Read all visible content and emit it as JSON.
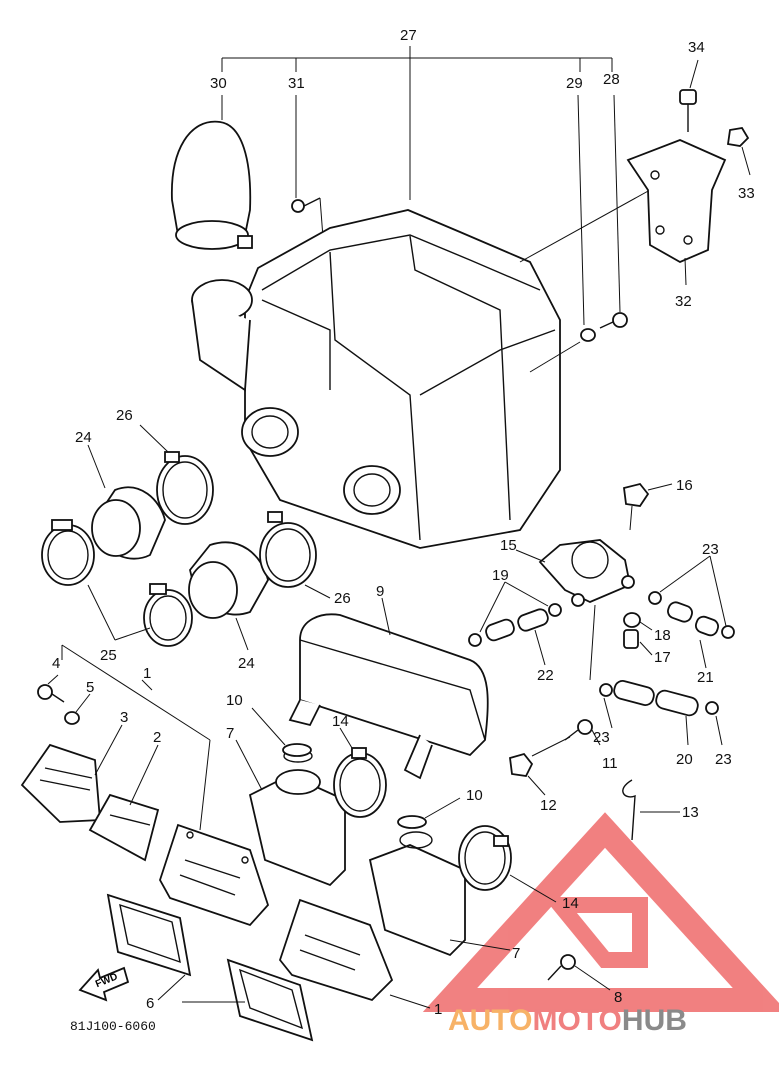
{
  "diagram_code": "81J100-6060",
  "fwd_label": "FWD",
  "callouts": {
    "c27": "27",
    "c30": "30",
    "c31": "31",
    "c29": "29",
    "c28": "28",
    "c34": "34",
    "c33": "33",
    "c32": "32",
    "c26a": "26",
    "c24a": "24",
    "c25": "25",
    "c26b": "26",
    "c24b": "24",
    "c9": "9",
    "c16": "16",
    "c15": "15",
    "c19": "19",
    "c23a": "23",
    "c18": "18",
    "c22": "22",
    "c17": "17",
    "c21": "21",
    "c4": "4",
    "c5": "5",
    "c1a": "1",
    "c3": "3",
    "c2": "2",
    "c10a": "10",
    "c14a": "14",
    "c7a": "7",
    "c11": "11",
    "c23b": "23",
    "c20": "20",
    "c23c": "23",
    "c12": "12",
    "c10b": "10",
    "c13": "13",
    "c14b": "14",
    "c7b": "7",
    "c8": "8",
    "c6": "6",
    "c1b": "1"
  },
  "watermark": {
    "auto": "AUTO",
    "moto": "MOTO",
    "hub": "HUB",
    "colors": {
      "auto": "#f7b267",
      "moto": "#f08080",
      "hub": "#8a8a8a",
      "logo": "#ef6b6b"
    }
  }
}
